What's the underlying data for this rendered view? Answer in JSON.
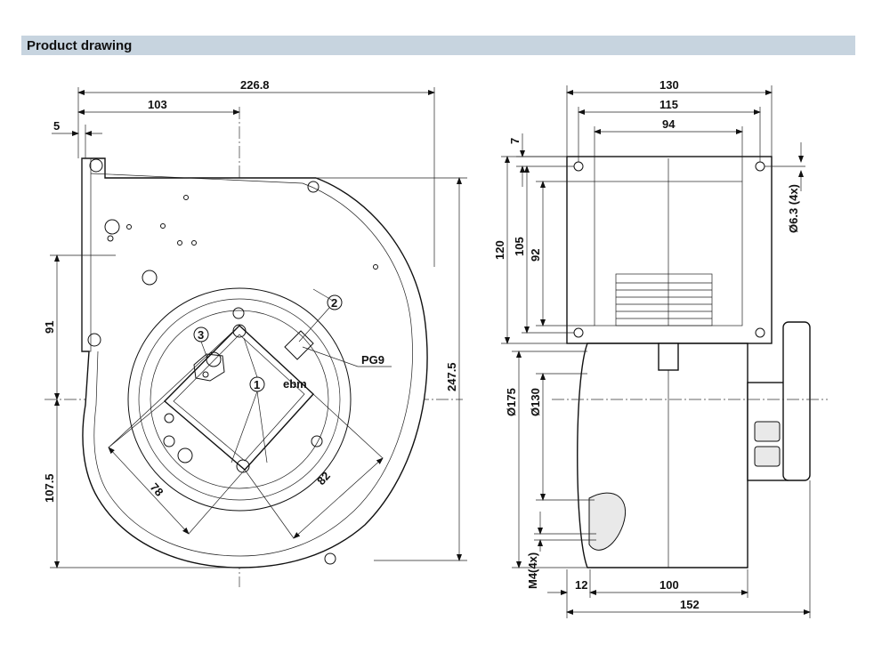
{
  "header": {
    "title": "Product drawing"
  },
  "front_view": {
    "dims": {
      "overall_width": "226.8",
      "width_to_center": "103",
      "flange": "5",
      "upper_height": "91",
      "lower_height": "107.5",
      "overall_height": "247.5",
      "square_a": "78",
      "square_b": "82"
    },
    "callouts": {
      "c1": "1",
      "c2": "2",
      "c3": "3"
    },
    "gland_label": "PG9",
    "brand_label": "ebm"
  },
  "side_view": {
    "dims": {
      "w130": "130",
      "w115": "115",
      "w94": "94",
      "top_offset": "7",
      "hole_dia": "Ø6.3 (4x)",
      "h120": "120",
      "h105": "105",
      "h92": "92",
      "d175": "Ø175",
      "d130": "Ø130",
      "thread": "M4(4x)",
      "b12": "12",
      "b100": "100",
      "b152": "152"
    }
  }
}
